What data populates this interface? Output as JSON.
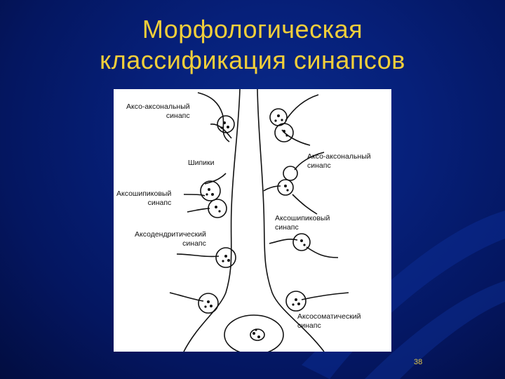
{
  "slide": {
    "title_line1": "Морфологическая",
    "title_line2": "классификация синапсов",
    "page_number": "38"
  },
  "figure": {
    "labels": {
      "axo_axonal_left": [
        "Аксо-аксональный",
        "синапс"
      ],
      "spines": "Шипики",
      "axo_axonal_right": [
        "Аксо-аксональный",
        "синапс"
      ],
      "axospinous_left": [
        "Аксошипиковый",
        "синапс"
      ],
      "axospinous_right": [
        "Аксошипиковый",
        "синапс"
      ],
      "axodendritic": [
        "Аксодендритический",
        "синапс"
      ],
      "axosomatic": [
        "Аксосоматический",
        "синапс"
      ]
    }
  },
  "colors": {
    "background": "#06207a",
    "title": "#f2cf3a",
    "figure_bg": "#ffffff"
  }
}
